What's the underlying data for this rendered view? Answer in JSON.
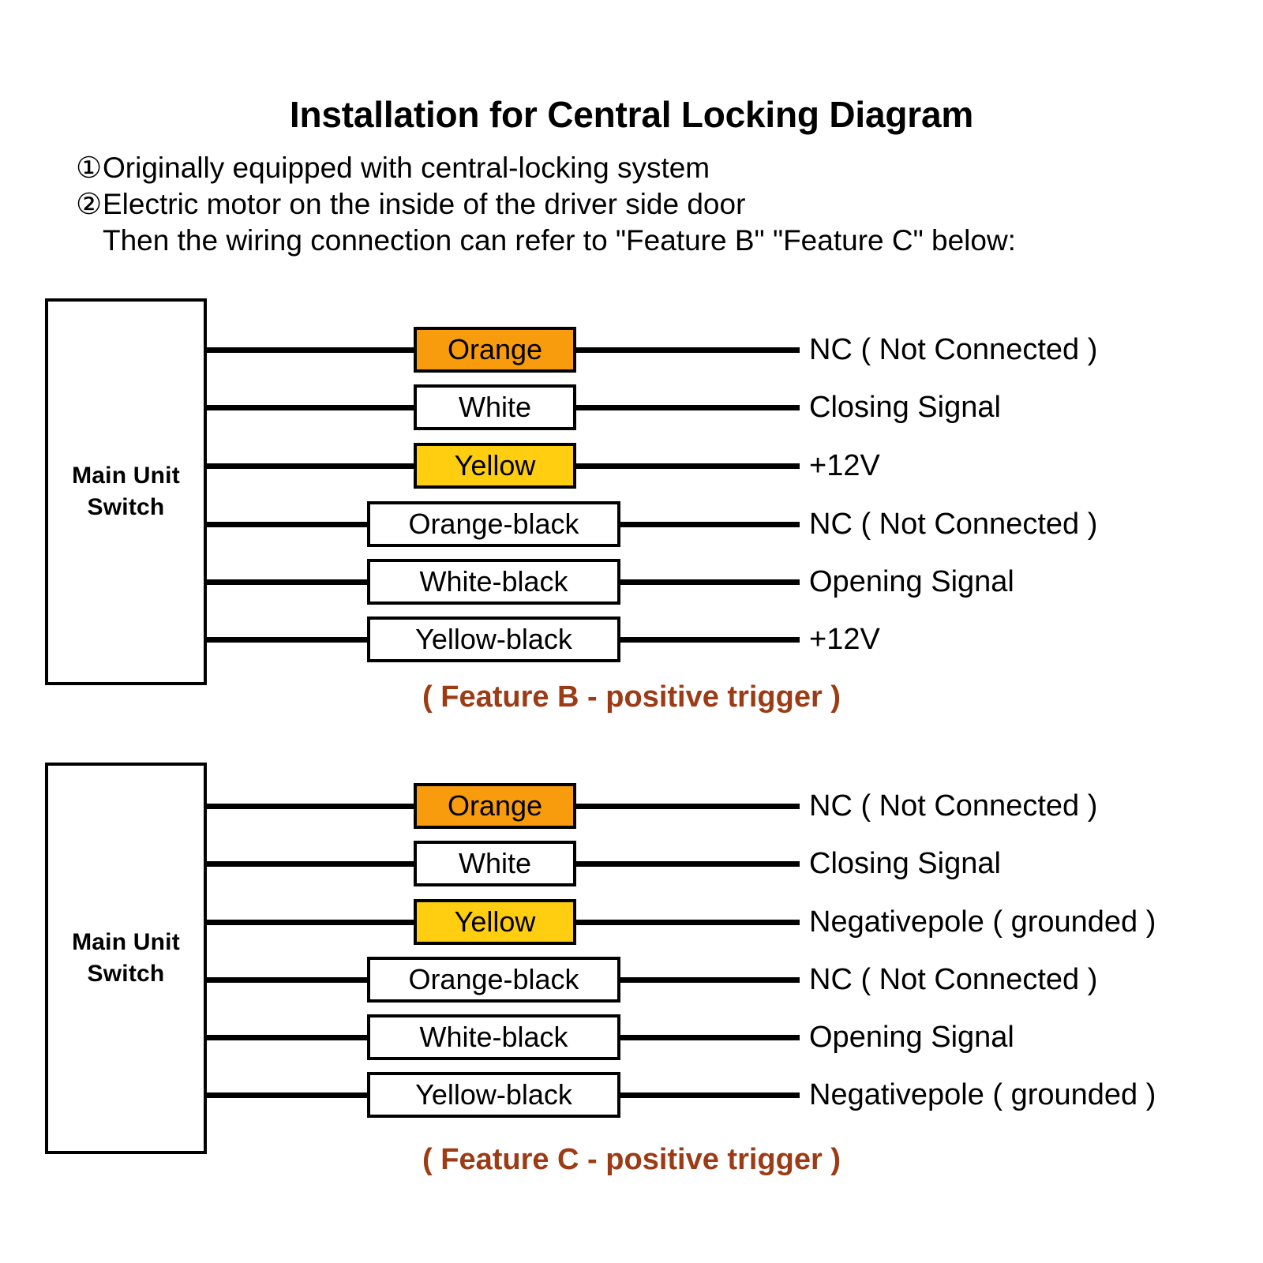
{
  "header": {
    "title": "Installation for Central Locking Diagram",
    "lines": [
      {
        "marker": "①",
        "text": "Originally equipped with central-locking system"
      },
      {
        "marker": "②",
        "text": "Electric motor on the inside of the driver side door"
      },
      {
        "marker": "",
        "text": "Then the wiring connection can refer to \"Feature B\" \"Feature C\" below:"
      }
    ]
  },
  "colors": {
    "orange": "#F89C0E",
    "yellow": "#FFCE10",
    "white": "#FFFFFF",
    "caption": "#9C3B15",
    "line": "#000000"
  },
  "blocks": [
    {
      "unit_label_line1": "Main Unit",
      "unit_label_line2": "Switch",
      "caption": "( Feature B - positive trigger )",
      "rows": [
        {
          "chip": "Orange",
          "chip_style": "orange",
          "chip_width": "narrow",
          "signal": "NC ( Not Connected )"
        },
        {
          "chip": "White",
          "chip_style": "white",
          "chip_width": "narrow",
          "signal": "Closing Signal"
        },
        {
          "chip": "Yellow",
          "chip_style": "yellow",
          "chip_width": "narrow",
          "signal": "+12V"
        },
        {
          "chip": "Orange-black",
          "chip_style": "white",
          "chip_width": "wide",
          "signal": "NC ( Not Connected )"
        },
        {
          "chip": "White-black",
          "chip_style": "white",
          "chip_width": "wide",
          "signal": "Opening Signal"
        },
        {
          "chip": "Yellow-black",
          "chip_style": "white",
          "chip_width": "wide",
          "signal": "+12V"
        }
      ]
    },
    {
      "unit_label_line1": "Main Unit",
      "unit_label_line2": "Switch",
      "caption": "( Feature C - positive trigger )",
      "rows": [
        {
          "chip": "Orange",
          "chip_style": "orange",
          "chip_width": "narrow",
          "signal": "NC ( Not Connected )"
        },
        {
          "chip": "White",
          "chip_style": "white",
          "chip_width": "narrow",
          "signal": "Closing Signal"
        },
        {
          "chip": "Yellow",
          "chip_style": "yellow",
          "chip_width": "narrow",
          "signal": "Negativepole ( grounded )"
        },
        {
          "chip": "Orange-black",
          "chip_style": "white",
          "chip_width": "wide",
          "signal": "NC ( Not Connected )"
        },
        {
          "chip": "White-black",
          "chip_style": "white",
          "chip_width": "wide",
          "signal": "Opening Signal"
        },
        {
          "chip": "Yellow-black",
          "chip_style": "white",
          "chip_width": "wide",
          "signal": "Negativepole ( grounded )"
        }
      ]
    }
  ]
}
